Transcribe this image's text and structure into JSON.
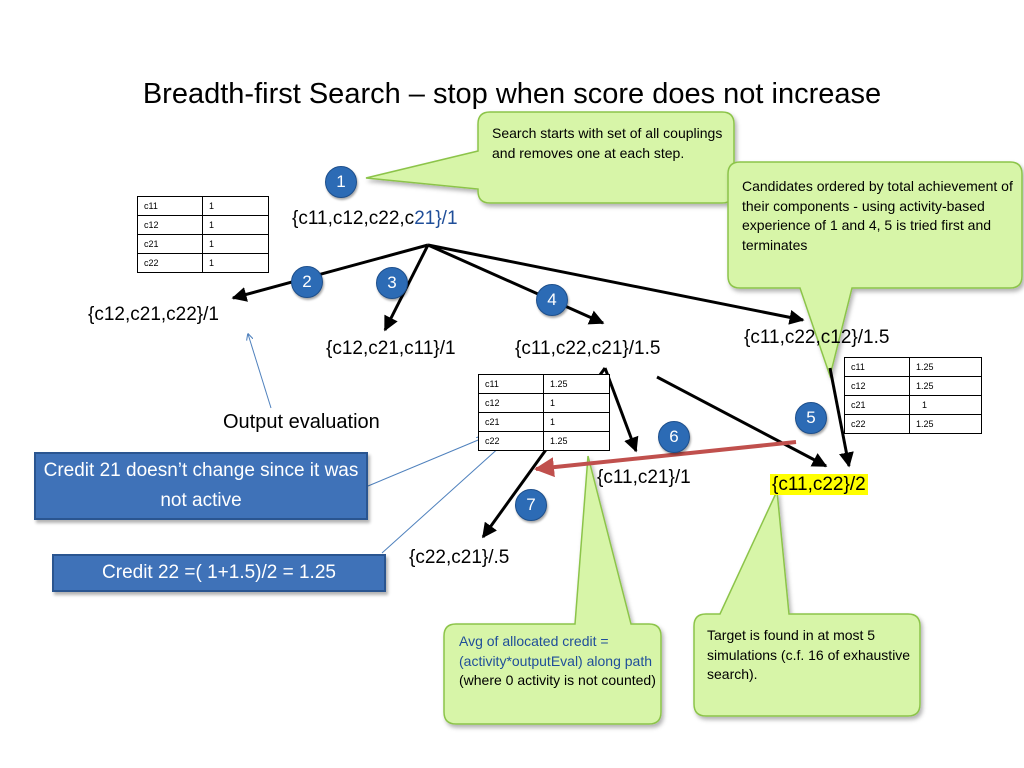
{
  "title": "Breadth-first Search – stop when score does not increase",
  "nodes": {
    "root_prefix": "{c11,c12,c22,c",
    "root_blue": "21",
    "root_suffix": "}/1",
    "n2": "{c12,c21,c22}/1",
    "n3": "{c12,c21,c11}/1",
    "n4": "{c11,c22,c21}/1.5",
    "n5": "{c11,c22,c12}/1.5",
    "n6": "{c11,c21}/1",
    "n7": "{c22,c21}/.5",
    "target": "{c11,c22}/2"
  },
  "step_numbers": [
    "1",
    "2",
    "3",
    "4",
    "5",
    "6",
    "7"
  ],
  "tables": {
    "t1": [
      [
        "c11",
        "1"
      ],
      [
        "c12",
        "1"
      ],
      [
        "c21",
        "1"
      ],
      [
        "c22",
        "1"
      ]
    ],
    "t2": [
      [
        "c11",
        "1.25"
      ],
      [
        "c12",
        "1"
      ],
      [
        "c21",
        "1"
      ],
      [
        "c22",
        "1.25"
      ]
    ],
    "t3": [
      [
        "c11",
        "1.25"
      ],
      [
        "c12",
        "1.25"
      ],
      [
        "c21",
        "1"
      ],
      [
        "c22",
        "1.25"
      ]
    ]
  },
  "callouts": {
    "search_start": "Search starts with set of all couplings and removes one at each step.",
    "candidates": "Candidates ordered by total achievement  of their components  -  using activity-based experience of 1 and 4,  5 is tried first and terminates",
    "avg_blue": "Avg of allocated credit = (activity*outputEval) along path",
    "avg_black": " (where 0 activity is not counted)",
    "target_found": "Target is found in at most  5 simulations (c.f. 16 of exhaustive search)."
  },
  "labels": {
    "output_eval": "Output evaluation",
    "credit21": "Credit 21 doesn’t change since it was not active",
    "credit22": "Credit 22 =( 1+1.5)/2 = 1.25"
  },
  "colors": {
    "step_circle": "#2c6bb5",
    "bubble_fill": "#d7f5a8",
    "bubble_border": "#8cc44a",
    "blue_box": "#3f72b8",
    "highlight": "#ffff00",
    "red_arrow": "#c0504d",
    "thin_arrow": "#4f81bd"
  }
}
